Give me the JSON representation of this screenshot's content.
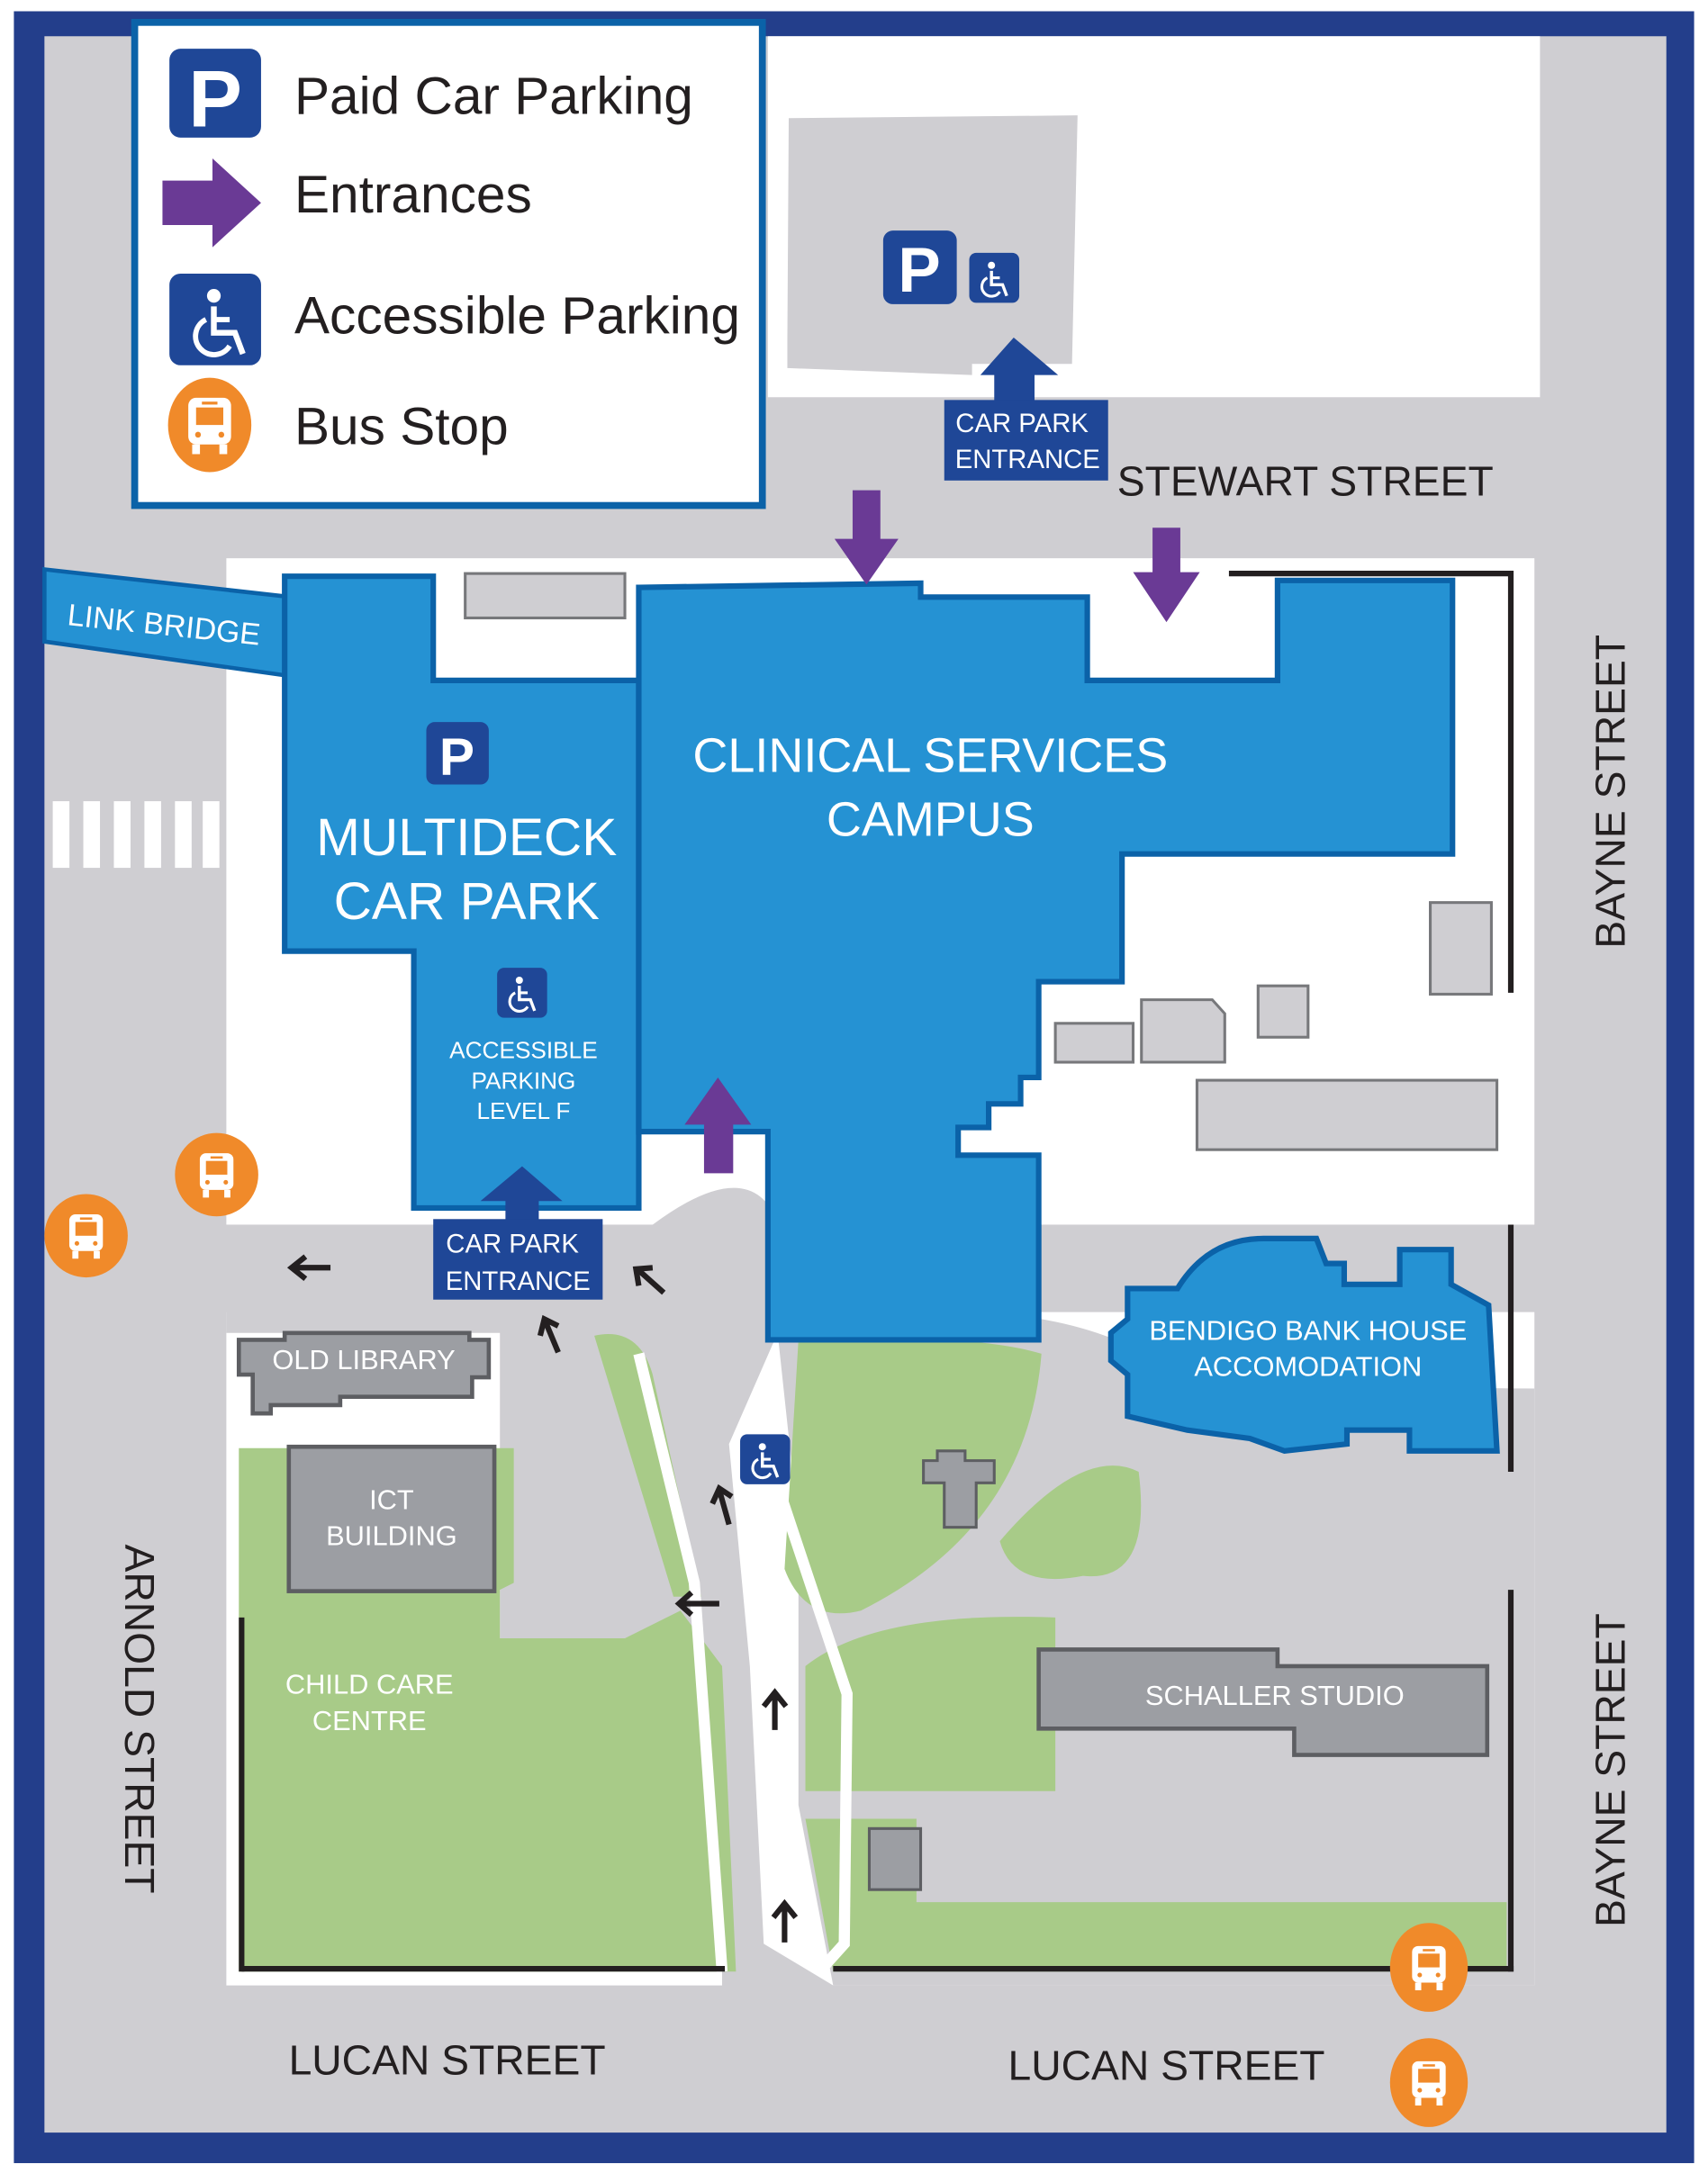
{
  "legend": {
    "items": [
      {
        "icon": "parking-icon",
        "label": "Paid Car Parking"
      },
      {
        "icon": "entrance-arrow-icon",
        "label": "Entrances"
      },
      {
        "icon": "accessible-parking-icon",
        "label": "Accessible Parking"
      },
      {
        "icon": "bus-stop-icon",
        "label": "Bus Stop"
      }
    ]
  },
  "streets": {
    "stewart": "STEWART STREET",
    "bayne_upper": "BAYNE STREET",
    "bayne_lower": "BAYNE STREET",
    "arnold": "ARNOLD STREET",
    "lucan_left": "LUCAN STREET",
    "lucan_right": "LUCAN STREET"
  },
  "buildings": {
    "link_bridge": "LINK BRIDGE",
    "multideck_line1": "MULTIDECK",
    "multideck_line2": "CAR PARK",
    "accessible_level_line1": "ACCESSIBLE",
    "accessible_level_line2": "PARKING",
    "accessible_level_line3": "LEVEL F",
    "clinical_line1": "CLINICAL SERVICES",
    "clinical_line2": "CAMPUS",
    "bendigo_line1": "BENDIGO BANK HOUSE",
    "bendigo_line2": "ACCOMODATION",
    "old_library": "OLD LIBRARY",
    "ict_line1": "ICT",
    "ict_line2": "BUILDING",
    "child_care_line1": "CHILD CARE",
    "child_care_line2": "CENTRE",
    "schaller": "SCHALLER STUDIO"
  },
  "signs": {
    "car_park_entrance_top_line1": "CAR PARK",
    "car_park_entrance_top_line2": "ENTRANCE",
    "car_park_entrance_bottom_line1": "CAR PARK",
    "car_park_entrance_bottom_line2": "ENTRANCE",
    "parking_letter": "P"
  },
  "colors": {
    "frame": "#233e8b",
    "road": "#cfced2",
    "building_blue": "#2592d3",
    "building_outline": "#0b62a8",
    "sign_blue": "#1f4797",
    "entrance_purple": "#6a3a95",
    "bus_orange": "#f08a2a",
    "grass": "#a8cb88",
    "grey_building": "#9c9ea3"
  }
}
